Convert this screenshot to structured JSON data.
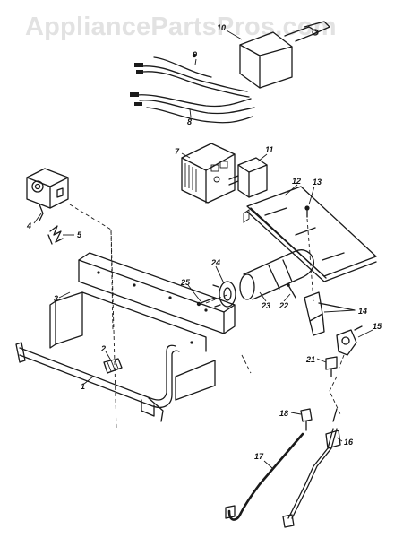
{
  "watermark": "AppliancePartsPros.com",
  "part_numbers": {
    "p1": "1",
    "p2": "2",
    "p3": "3",
    "p4": "4",
    "p5": "5",
    "p7": "7",
    "p8": "8",
    "p9": "9",
    "p10": "10",
    "p11": "11",
    "p12": "12",
    "p13": "13",
    "p14": "14",
    "p15": "15",
    "p16": "16",
    "p17": "17",
    "p18": "18",
    "p21": "21",
    "p22": "22",
    "p23": "23",
    "p24": "24",
    "p25": "25"
  },
  "colors": {
    "ink": "#1a1a1a",
    "watermark": "#e2e2e2",
    "background": "#ffffff"
  }
}
